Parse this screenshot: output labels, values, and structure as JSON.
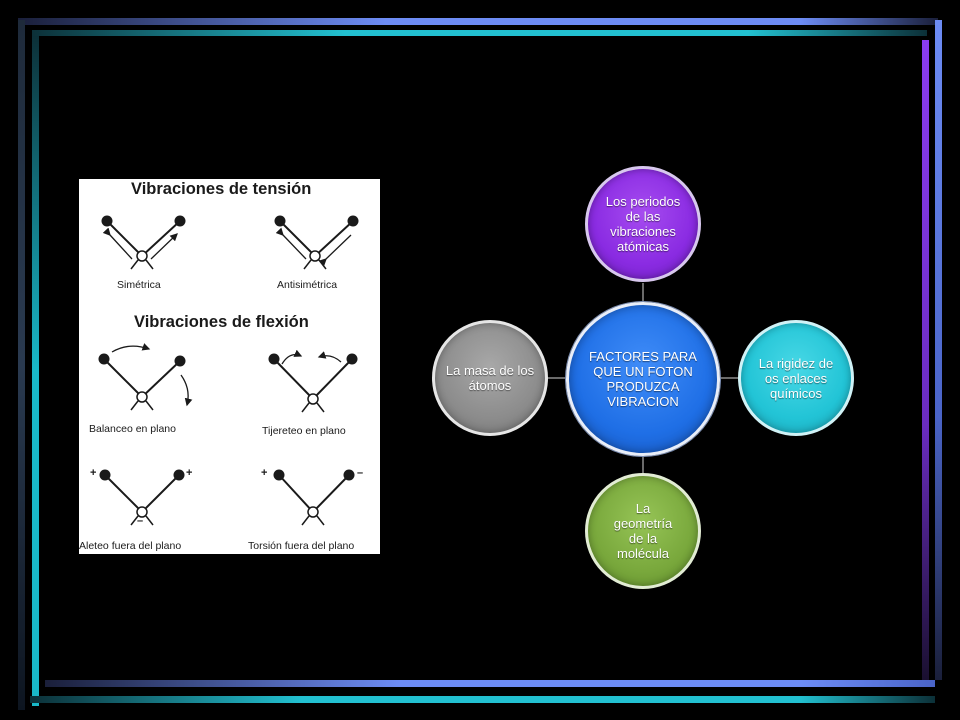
{
  "slide": {
    "colors": {
      "background": "#000000",
      "frame_blue": "#5a7ef0",
      "frame_teal": "#19b8c8",
      "frame_purple": "#8a3cf0",
      "frame_dark": "#1e2a3a"
    }
  },
  "vibration_image": {
    "stretch_title": "Vibraciones de tensión",
    "symmetric_label": "Simétrica",
    "antisymmetric_label": "Antisimétrica",
    "bend_title": "Vibraciones de flexión",
    "rocking_label": "Balanceo en plano",
    "scissoring_label": "Tijereteo en plano",
    "wagging_label": "Aleteo fuera del plano",
    "twisting_label": "Torsión fuera del plano",
    "wagging_signs": {
      "left": "+",
      "right": "+",
      "center": "–"
    },
    "twisting_signs": {
      "left": "+",
      "right": "–"
    }
  },
  "diagram": {
    "center": {
      "text": "FACTORES PARA QUE UN FOTON PRODUZCA VIBRACION",
      "color": "#1f6fe6"
    },
    "nodes": [
      {
        "position": "top",
        "text": "Los periodos de las vibraciones atómicas",
        "color": "#8a2be2"
      },
      {
        "position": "right",
        "text": "La rigidez de os enlaces químicos",
        "color": "#22c4d6"
      },
      {
        "position": "bottom",
        "text": "La geometría de la molécula",
        "color": "#79a83c"
      },
      {
        "position": "left",
        "text": "La masa de los átomos",
        "color": "#8c8c8c"
      }
    ]
  }
}
